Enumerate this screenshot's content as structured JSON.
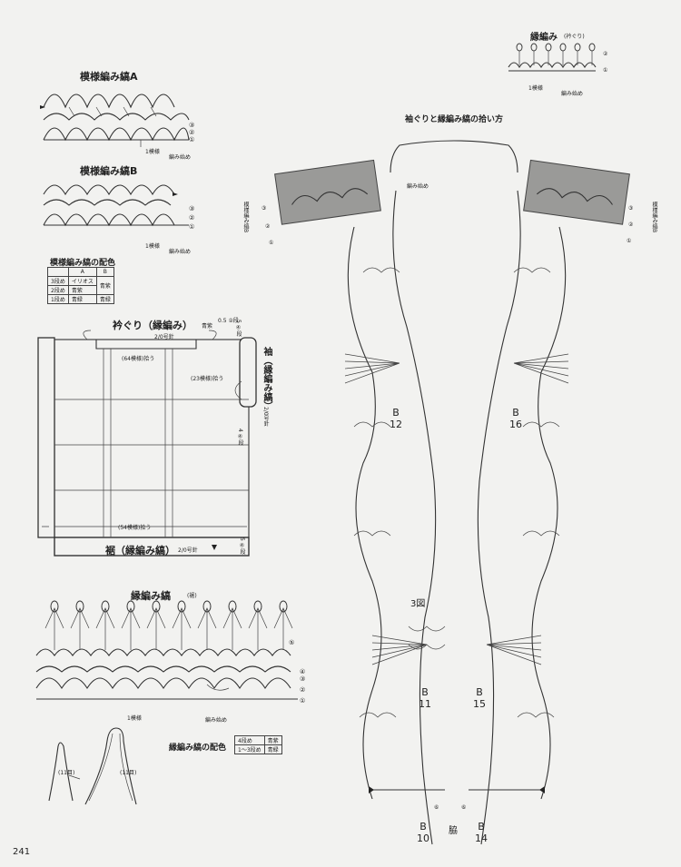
{
  "pattern_a": {
    "title": "模様編み縞A",
    "rows": [
      "③",
      "②",
      "①"
    ],
    "notes": [
      "1模様",
      "編み始め"
    ]
  },
  "pattern_b": {
    "title": "模様編み縞B",
    "rows": [
      "③",
      "②",
      "①"
    ],
    "notes": [
      "1模様",
      "編み始め"
    ]
  },
  "color_table": {
    "title": "模様編み縞の配色",
    "headers": [
      "",
      "A",
      "B"
    ],
    "rows": [
      [
        "3段め",
        "イリオス",
        "青紫"
      ],
      [
        "2段め",
        "青紫",
        ""
      ],
      [
        "1段め",
        "青緑",
        "青緑"
      ]
    ]
  },
  "schematic": {
    "neck_label": "衿ぐり（縁編み）",
    "neck_sub": "青紫",
    "neck_dim": "0.5 ②段",
    "neck_needle": "2/0号針",
    "pickup_64": "(64模様)拾う",
    "pickup_23": "(23模様)拾う",
    "sleeve_label": "袖（縁編み縞）",
    "sleeve_needle": "2/0号針",
    "sleeve_dim": "4 ④段",
    "top_dim": "5 ④段",
    "pickup_54": "(54模様)拾う",
    "hem_label": "裾（縁編み縞）",
    "hem_needle": "2/0号針",
    "hem_dim": "5 ④段"
  },
  "edge_stripe": {
    "title": "縁編み縞",
    "sub": "(裾)",
    "rows": [
      "⑤",
      "④",
      "③",
      "②",
      "①"
    ],
    "notes": [
      "1模様",
      "編み始め"
    ]
  },
  "edge_color": {
    "title": "縁編み縞の配色",
    "rows": [
      [
        "4段め",
        "青紫"
      ],
      [
        "1〜3段め",
        "青緑"
      ]
    ]
  },
  "small_diagram": {
    "labels": [
      "(11目)",
      "(11目)"
    ]
  },
  "edge_knit": {
    "title": "縁編み",
    "sub": "(衿ぐり)",
    "rows": [
      "②",
      "①"
    ],
    "notes": [
      "1模様",
      "編み始め"
    ]
  },
  "main_diagram": {
    "title": "袖ぐりと縁編み縞の拾い方",
    "neck_start": "編み始め",
    "left_side_label": "模様編み縞B",
    "right_side_label": "模様編み縞B",
    "figure_label": "3図",
    "piece_labels": [
      "B 12",
      "B 16",
      "B 11",
      "B 15",
      "B 10",
      "B 14"
    ],
    "side_label": "脇",
    "row_marks": [
      "③",
      "②",
      "①",
      "③",
      "②",
      "①",
      "⑥",
      "⑥"
    ]
  },
  "page_number": "241"
}
